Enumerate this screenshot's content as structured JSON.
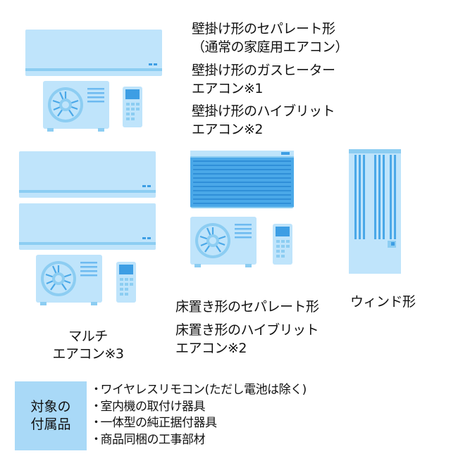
{
  "units": {
    "wall_split": {
      "title": "壁掛け形のセパレート形\n（通常の家庭用エアコン）",
      "gas_heater": "壁掛け形のガスヒーター\nエアコン※1",
      "hybrid": "壁掛け形のハイブリット\nエアコン※2",
      "icon": "wall-mounted-split-ac-icon"
    },
    "multi": {
      "label": "マルチ\nエアコン※3",
      "icon": "multi-split-ac-icon"
    },
    "floor": {
      "split": "床置き形のセパレート形",
      "hybrid": "床置き形のハイブリット\nエアコン※2",
      "icon": "floor-standing-ac-icon"
    },
    "window": {
      "label": "ウィンド形",
      "icon": "window-ac-icon"
    }
  },
  "accessories": {
    "label": "対象の\n付属品",
    "items": [
      "ワイヤレスリモコン(ただし電池は除く)",
      "室内機の取付け器具",
      "一体型の純正据付器具",
      "商品同梱の工事部材"
    ]
  },
  "colors": {
    "unit_light": "#bfe4fb",
    "unit_mid": "#8ccdf2",
    "unit_dark": "#3d9ee4",
    "accessory_bg": "#a9d9f7"
  }
}
